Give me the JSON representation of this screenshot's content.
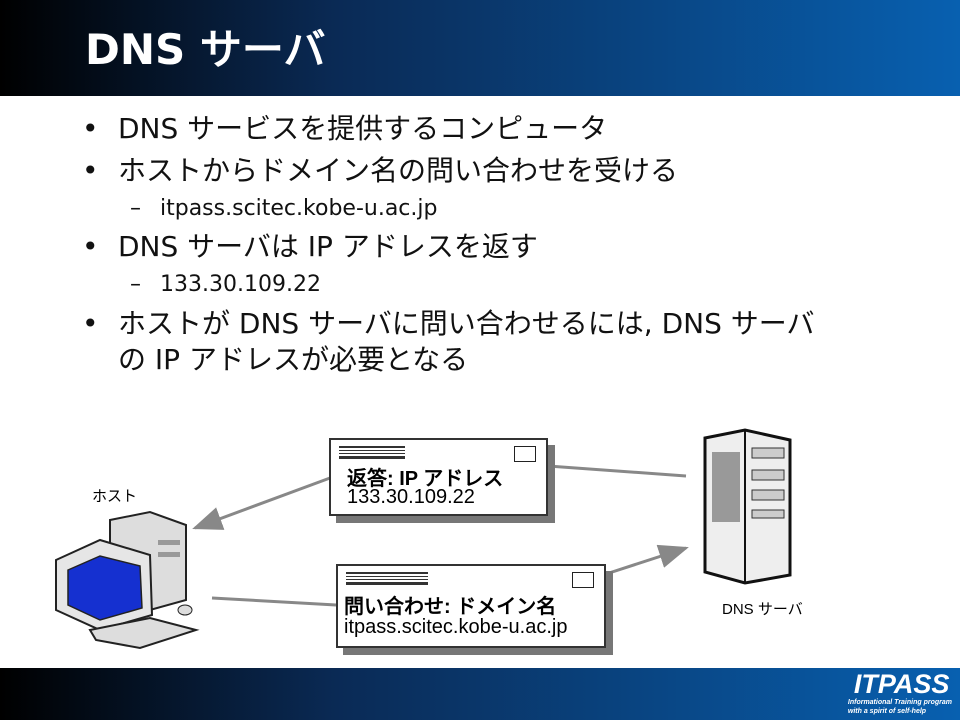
{
  "header": {
    "title": "DNS サーバ"
  },
  "bullets": [
    {
      "text": "DNS サービスを提供するコンピュータ",
      "level": 1
    },
    {
      "text": "ホストからドメイン名の問い合わせを受ける",
      "level": 1
    },
    {
      "text": "itpass.scitec.kobe-u.ac.jp",
      "level": 2
    },
    {
      "text": "DNS サーバは IP アドレスを返す",
      "level": 1
    },
    {
      "text": "133.30.109.22",
      "level": 2
    },
    {
      "text": "ホストが DNS サーバに問い合わせるには, DNS サーバの IP アドレスが必要となる",
      "level": 1
    }
  ],
  "diagram": {
    "host_label": "ホスト",
    "server_label": "DNS サーバ",
    "reply": {
      "heading": "返答: IP アドレス",
      "value": "133.30.109.22"
    },
    "query": {
      "heading": "問い合わせ:  ドメイン名",
      "value": "itpass.scitec.kobe-u.ac.jp"
    }
  },
  "footer": {
    "logo": "ITPASS",
    "tagline1": "Informational Training program",
    "tagline2": "with a spirit of self-help"
  }
}
